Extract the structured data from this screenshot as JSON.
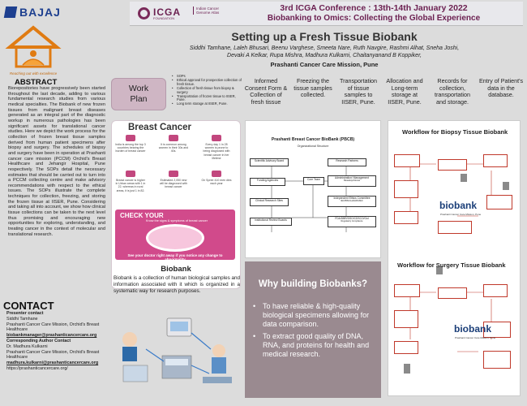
{
  "header": {
    "sponsor": "BAJAJ",
    "sponsor_motto": "Reaching out with excellence",
    "org_logo": "ICGA",
    "org_logo_sub": "FOUNDATION",
    "org_tagline": "Indian Cancer Genome Atlas",
    "conference_line1": "3rd ICGA Conference : 13th-14th January 2022",
    "conference_line2": "Biobanking to Omics: Collecting the Global Experience"
  },
  "title": "Setting up a Fresh Tissue Biobank",
  "authors_line1": "Siddhi Tamhane, Laleh Bhusari, Beenu Varghese, Smeeta Nare, Ruth Navgire, Rashmi Alhat, Sneha Joshi,",
  "authors_line2": "Devaki A Kelkar, Rupa Mishra, Madhura Kulkarni, Chaitanyanand B Koppiker,",
  "affiliation": "Prashanti Cancer Care Mission, Pune",
  "abstract": {
    "heading": "ABSTRACT",
    "text": "Biorepositories have progressively been started throughout the last decade, adding to various fundamental research studies from various medical specialties. The Biobank of new frozen tissues from malignant breast diseases generated as an integral part of the diagnostic workup in numerous pathologies has been significant assets for translational cancer studies. Here we depict the work process for the collection of frozen breast tissue samples derived from human patient specimens after biopsy and surgery. The schedules of biopsy and surgery have been in operation at Prashanti cancer care mission (PCCM) Orchid's Breast Healthcare and Jehangir Hospital, Pune respectively. The SOPs detail the necessary estimates that should be carried out to turn into a PCCM collecting centre and make advisory recommendations with respect to the ethical issues. The SOPs illustrate the complete techniques for collection, freezing, and storing the frozen tissue at IISER, Pune. Considering and taking all into account, we show how clinical tissue collections can be taken to the next level thus promising and encouraging new opportunities for exploring, understanding, and treating cancer in the context of molecular and translational research."
  },
  "contact": {
    "heading": "CONTACT",
    "presenter_label": "Presenter contact",
    "presenter_name": "Siddhi Tamhane",
    "presenter_org": "Prashanti Cancer Care Mission, Orchid's Breast Healthcare",
    "presenter_email": "biobankmanager@prashanticancercare.org",
    "corresponding_label": "Corresponding Author Contact",
    "corresponding_name": "Dr. Madhura Kulkarni",
    "corresponding_org": "Prashanti Cancer Care Mission, Orchid's Breast Healthcare",
    "corresponding_email": "madhura.kulkarni@prashanticancercare.org",
    "website": "https://prashanticancercare.org/"
  },
  "work_plan": {
    "label": "Work Plan",
    "sops_heading": "SOPs",
    "sops": [
      "Ethical approval for prospective collection of fresh tissue.",
      "Collection of fresh tissue from biopsy & surgery",
      "Transportation of frozen tissue to IISER, Pune.",
      "Long term storage at IISER, Pune."
    ],
    "steps": [
      "Informed Consent Form & Collection of fresh tissue",
      "Freezing the tissue samples collected.",
      "Transportation of tissue samples to IISER, Pune.",
      "Allocation and Long-term storage at IISER, Pune.",
      "Records for collection, transportation and storage.",
      "Entry of Patient's data in the database."
    ]
  },
  "breast_cancer": {
    "heading": "Breast Cancer",
    "stats": [
      "India is among the top 3 countries bearing the burden of breast cancer",
      "It is common among women in their 30s and 40s.",
      "Every day 1 in 28 women is prone to being diagnosed with breast cancer in her lifetime",
      "Breast cancer is higher in Urban areas with 1 in 22, whereas in rural areas, it is just 1 in 82.",
      "Estimated 2,050 new will be diagnosed with breast cancer",
      "On Spree 410 men dies each year"
    ],
    "check_title": "CHECK YOUR",
    "check_caption": "Know the signs & symptoms of breast cancer",
    "check_footer": "See your doctor right away if you notice any change to abnormality"
  },
  "biobank": {
    "heading": "Biobank",
    "text": "Biobank is a collection of human biological samples and information associated with it which is organized in a systematic way for research purposes."
  },
  "org_structure": {
    "title": "Prashanti Breast Cancer BioBank (PBCB)",
    "subtitle": "Organizational Structure",
    "boxes": {
      "scientific": "Scientific Advisory Board",
      "research": "Research Partners",
      "funding": "Funding Agencies",
      "core": "Core Team",
      "admin": "Administration/ Management",
      "admin_sub": "Biosafety/Clinical",
      "clinical": "Clinical Research Sites",
      "ethics": "Independent Ethics Committee",
      "ethics_sub": "IEC/IBSC/Lab/HRC/IEC",
      "review": "Institutional Review Boards",
      "fda": "FDA/DBR/DSO/CDSCO/GoI",
      "fda_sub": "Regulatory Compliance"
    }
  },
  "why": {
    "heading": "Why building Biobanks?",
    "points": [
      "To have reliable & high-quality biological specimens allowing for data comparison.",
      "To extract good quality of DNA, RNA, and proteins for health and medical research."
    ]
  },
  "workflow_biopsy": {
    "heading": "Workflow for Biopsy Tissue Biobank",
    "logo": "biobank",
    "logo_sub": "Prashanti Cancer Care Mission, Pune"
  },
  "workflow_surgery": {
    "heading": "Workflow for Surgery Tissue Biobank",
    "logo": "biobank",
    "logo_sub": "Prashanti Cancer Care Mission, Pune"
  },
  "colors": {
    "header_text": "#6b1f50",
    "accent_pink": "#d14a8b",
    "work_plan_box": "#cfb6c4",
    "why_panel": "#9a8a90",
    "biobank_blue": "#1a3e78"
  }
}
